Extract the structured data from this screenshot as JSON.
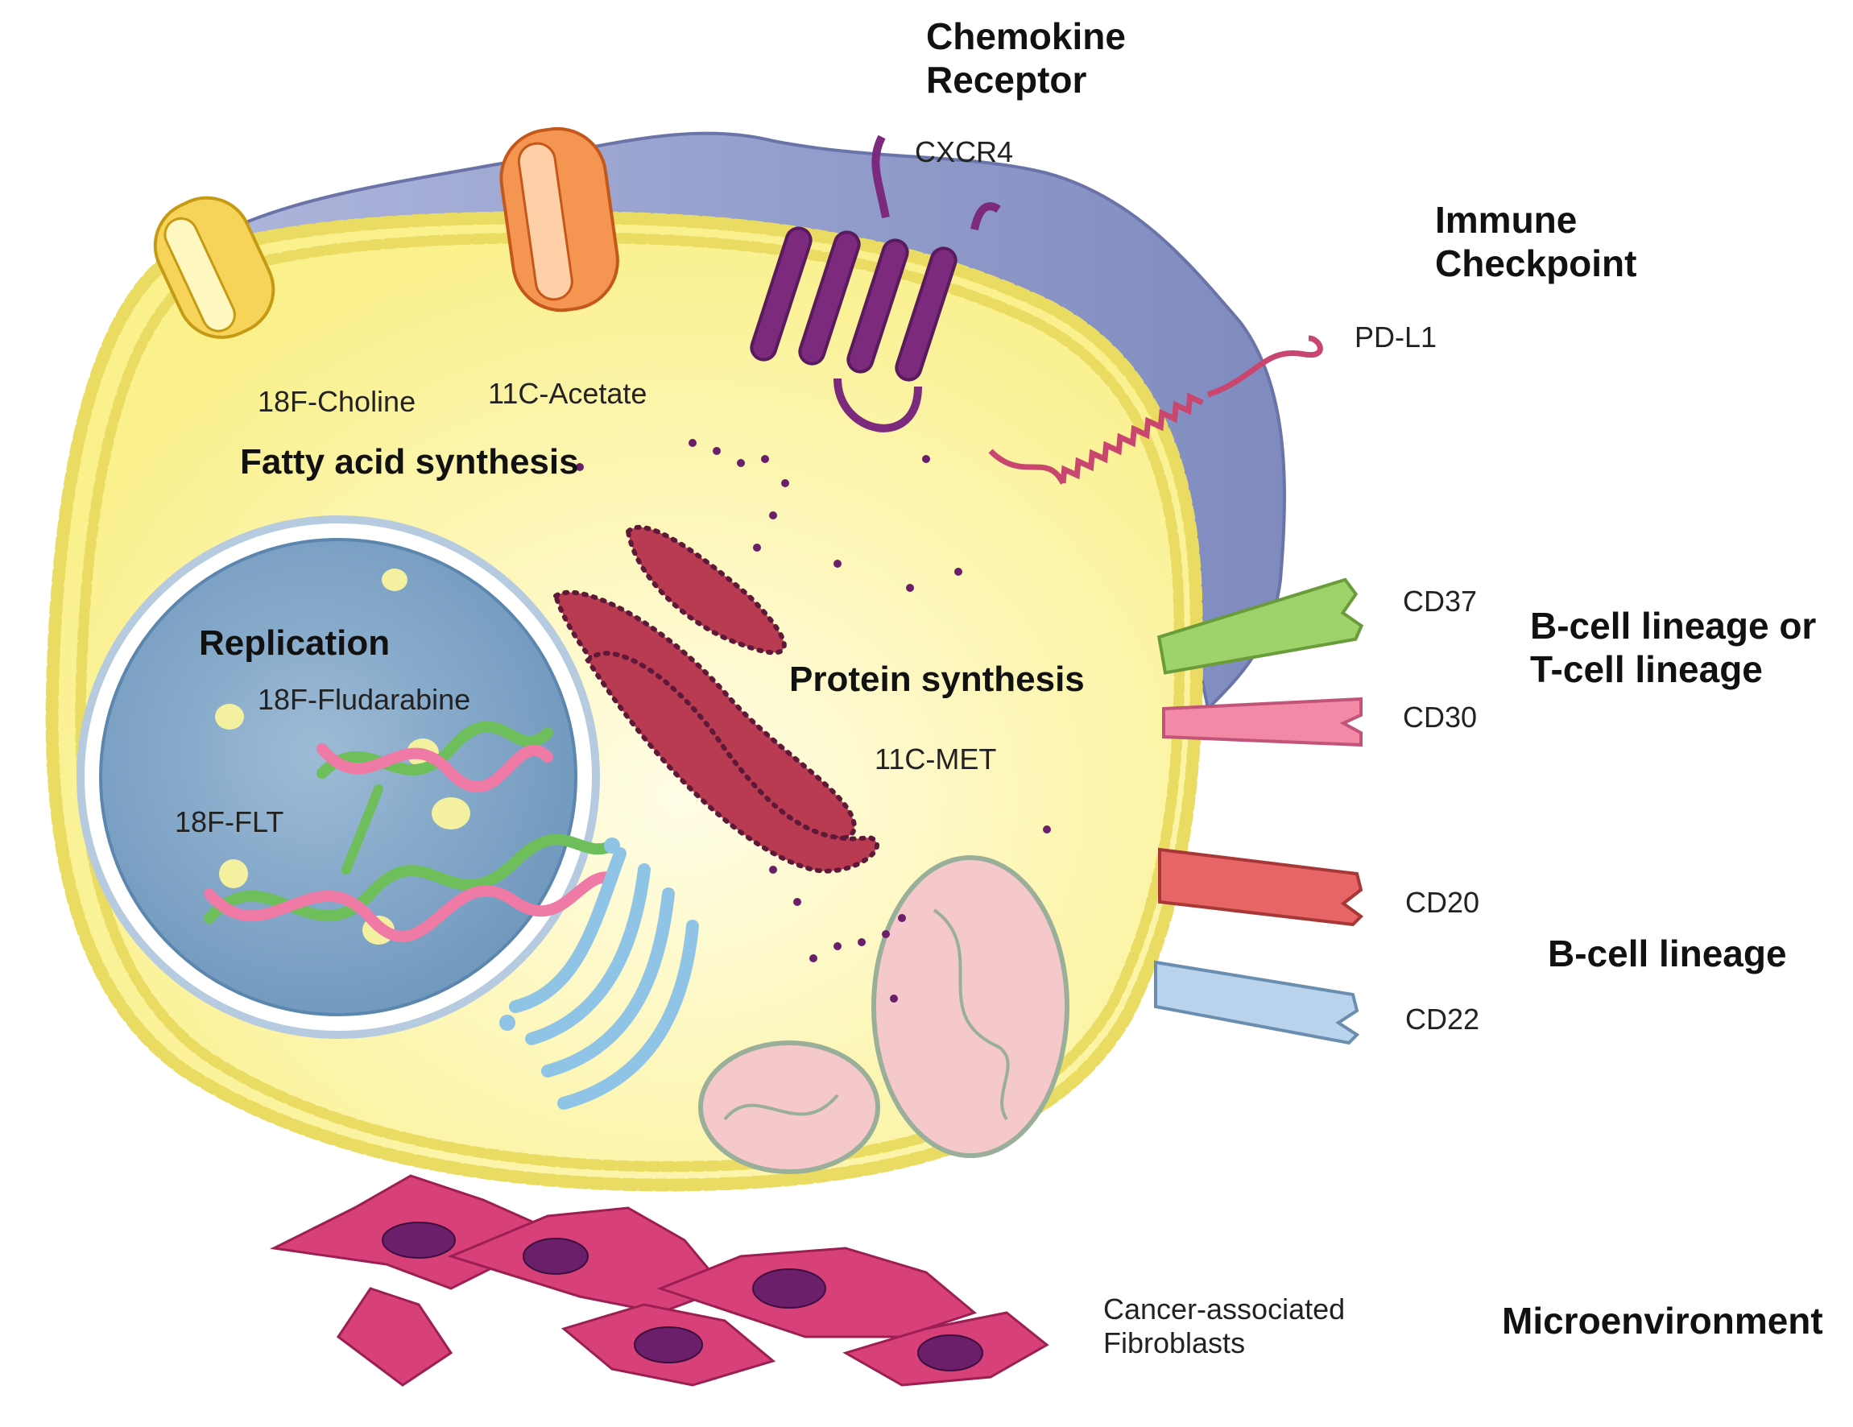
{
  "headings": {
    "chemokine_receptor": [
      "Chemokine",
      "Receptor"
    ],
    "immune_checkpoint": [
      "Immune",
      "Checkpoint"
    ],
    "b_or_t_lineage": [
      "B-cell lineage or",
      "T-cell lineage"
    ],
    "b_lineage": "B-cell lineage",
    "microenvironment": "Microenvironment"
  },
  "processes": {
    "fatty_acid": "Fatty acid synthesis",
    "replication": "Replication",
    "protein": "Protein synthesis"
  },
  "tracers": {
    "choline": "18F-Choline",
    "acetate": "11C-Acetate",
    "fludarabine": "18F-Fludarabine",
    "flt": "18F-FLT",
    "met": "11C-MET"
  },
  "targets": {
    "cxcr4": "CXCR4",
    "pdl1": "PD-L1",
    "cd37": "CD37",
    "cd30": "CD30",
    "cd20": "CD20",
    "cd22": "CD22"
  },
  "fibroblasts": [
    "Cancer-associated",
    "Fibroblasts"
  ],
  "colors": {
    "cytoplasm": "#fbf59a",
    "membrane_blue": "#8f99c6",
    "lipid_head": "#f3e677",
    "nucleus": "#7fa6c8",
    "er": "#b93b52",
    "golgi": "#8fc4e6",
    "mito": "#f5c9cc",
    "fibroblast": "#d8407a",
    "fibroblast_nucleus": "#6b1e6a",
    "receptor_purple": "#7b2a7e",
    "cd37": "#9ed36b",
    "cd30": "#f28aa7",
    "cd20": "#e86565",
    "cd22": "#b9d3ec",
    "choline": "#f6d45a",
    "acetate": "#f59552"
  }
}
